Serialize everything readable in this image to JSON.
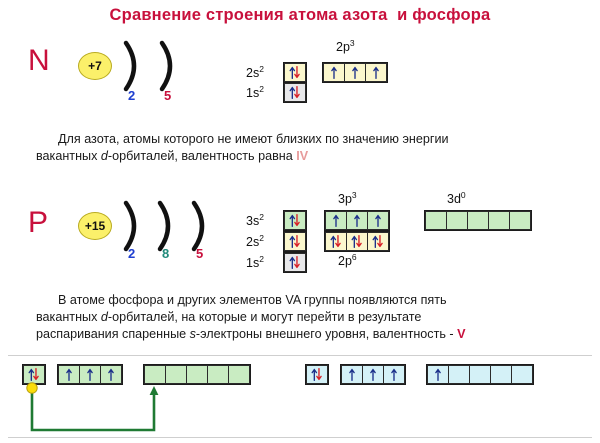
{
  "title": "Сравнение строения атома азота  и фосфора",
  "colors": {
    "title": "#c8103c",
    "symbol": "#c8103c",
    "nucleus_fill": "#fbf06a",
    "shell2": "#1f3fd0",
    "shell8": "#1f8a7a",
    "shell5": "#c8103c",
    "cell_yellow": "#fbf7cd",
    "cell_green": "#c9ecc2",
    "cell_blue": "#d4f1f7",
    "cell_grey": "#e8e8ea",
    "arrow_up": "#1b2f8a",
    "arrow_down": "#d81f26",
    "promotion": "#1f7a33",
    "valence_IV": "#e79b9b",
    "valence_V": "#c8103c"
  },
  "nitrogen": {
    "symbol": "N",
    "charge": "+7",
    "shells": [
      {
        "count": "2",
        "color": "#1f3fd0"
      },
      {
        "count": "5",
        "color": "#c8103c"
      }
    ],
    "orbital_labels": {
      "s2": "2s",
      "s2_sup": "2",
      "s1": "1s",
      "s1_sup": "2",
      "p": "2p",
      "p_sup": "3"
    },
    "rows": [
      {
        "label": "2s2",
        "cells": [
          {
            "fill": "yellow",
            "spin": "ud"
          }
        ]
      },
      {
        "label": "1s2",
        "cells": [
          {
            "fill": "grey",
            "spin": "ud"
          }
        ]
      }
    ],
    "p_cells": [
      {
        "fill": "yellow",
        "spin": "u"
      },
      {
        "fill": "yellow",
        "spin": "u"
      },
      {
        "fill": "yellow",
        "spin": "u"
      }
    ]
  },
  "paragraph1": {
    "line1": "Для азота, атомы которого не имеют близких по значению энергии",
    "line2_a": "вакантных ",
    "line2_italic": "d",
    "line2_b": "-орбиталей, валентность равна ",
    "valence": "IV"
  },
  "phosphorus": {
    "symbol": "P",
    "charge": "+15",
    "shells": [
      {
        "count": "2",
        "color": "#1f3fd0"
      },
      {
        "count": "8",
        "color": "#1f8a7a"
      },
      {
        "count": "5",
        "color": "#c8103c"
      }
    ],
    "orbital_labels": {
      "s3": "3s",
      "s3_sup": "2",
      "s2": "2s",
      "s2_sup": "2",
      "s1": "1s",
      "s1_sup": "2",
      "p3": "3p",
      "p3_sup": "3",
      "p2": "2p",
      "p2_sup": "6",
      "d3": "3d",
      "d3_sup": "0"
    },
    "s_cells": [
      {
        "fill": "green",
        "spin": "ud"
      },
      {
        "fill": "yellow",
        "spin": "ud"
      },
      {
        "fill": "grey",
        "spin": "ud"
      }
    ],
    "p3_cells": [
      {
        "fill": "green",
        "spin": "u"
      },
      {
        "fill": "green",
        "spin": "u"
      },
      {
        "fill": "green",
        "spin": "u"
      }
    ],
    "p2_cells": [
      {
        "fill": "yellow",
        "spin": "ud"
      },
      {
        "fill": "yellow",
        "spin": "ud"
      },
      {
        "fill": "yellow",
        "spin": "ud"
      }
    ],
    "d_cells": [
      {
        "fill": "green",
        "spin": ""
      },
      {
        "fill": "green",
        "spin": ""
      },
      {
        "fill": "green",
        "spin": ""
      },
      {
        "fill": "green",
        "spin": ""
      },
      {
        "fill": "green",
        "spin": ""
      }
    ]
  },
  "paragraph2": {
    "line1": "В атоме фосфора и других элементов VA группы появляются пять",
    "line2_a": "вакантных    ",
    "line2_italic": "d",
    "line2_b": "-орбиталей, на которые и могут перейти в результате",
    "line3_a": "распаривания спаренные ",
    "line3_italic": "s",
    "line3_b": "-электроны внешнего уровня, валентность - ",
    "valence": "V"
  },
  "bottom": {
    "ground": {
      "s_cells": [
        {
          "fill": "green",
          "spin": "ud"
        }
      ],
      "p_cells": [
        {
          "fill": "green",
          "spin": "u"
        },
        {
          "fill": "green",
          "spin": "u"
        },
        {
          "fill": "green",
          "spin": "u"
        }
      ],
      "d_cells": [
        {
          "fill": "green",
          "spin": ""
        },
        {
          "fill": "green",
          "spin": ""
        },
        {
          "fill": "green",
          "spin": ""
        },
        {
          "fill": "green",
          "spin": ""
        },
        {
          "fill": "green",
          "spin": ""
        }
      ]
    },
    "excited": {
      "s_cells": [
        {
          "fill": "blue",
          "spin": "ud"
        }
      ],
      "p_cells": [
        {
          "fill": "blue",
          "spin": "u"
        },
        {
          "fill": "blue",
          "spin": "u"
        },
        {
          "fill": "blue",
          "spin": "u"
        }
      ],
      "d_cells": [
        {
          "fill": "blue",
          "spin": "u"
        },
        {
          "fill": "blue",
          "spin": ""
        },
        {
          "fill": "blue",
          "spin": ""
        },
        {
          "fill": "blue",
          "spin": ""
        },
        {
          "fill": "blue",
          "spin": ""
        }
      ]
    }
  }
}
